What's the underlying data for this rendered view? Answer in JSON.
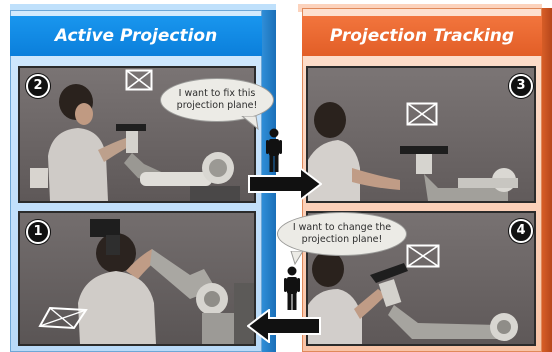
{
  "left_panel": {
    "title": "Active Projection",
    "accent_color": "#0b7fdb"
  },
  "right_panel": {
    "title": "Projection Tracking",
    "accent_color": "#e25e27"
  },
  "steps": [
    {
      "number": "1"
    },
    {
      "number": "2"
    },
    {
      "number": "3"
    },
    {
      "number": "4"
    }
  ],
  "bubbles": {
    "fix": {
      "line1": "I want to fix this",
      "line2": "projection plane!"
    },
    "change": {
      "line1": "I want to change the",
      "line2": "projection plane!"
    }
  },
  "icons": {
    "person": "person-icon",
    "arrow_right": "arrow-right-icon",
    "arrow_left": "arrow-left-icon",
    "projection_marker": "projection-plane-marker-icon"
  }
}
